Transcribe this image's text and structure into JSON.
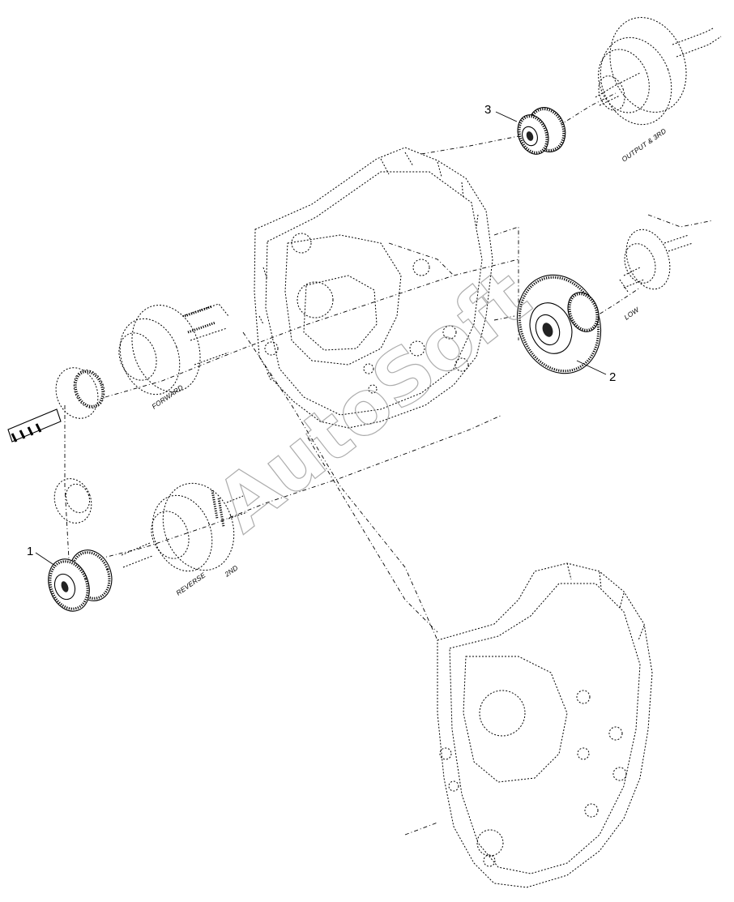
{
  "labels": {
    "part1": "1",
    "part2": "2",
    "part3": "3",
    "output": "OUTPUT & 3RD",
    "low": "LOW",
    "forward": "FORWARD",
    "reverse": "REVERSE",
    "second": "2ND"
  },
  "watermark": "AutoSoft"
}
